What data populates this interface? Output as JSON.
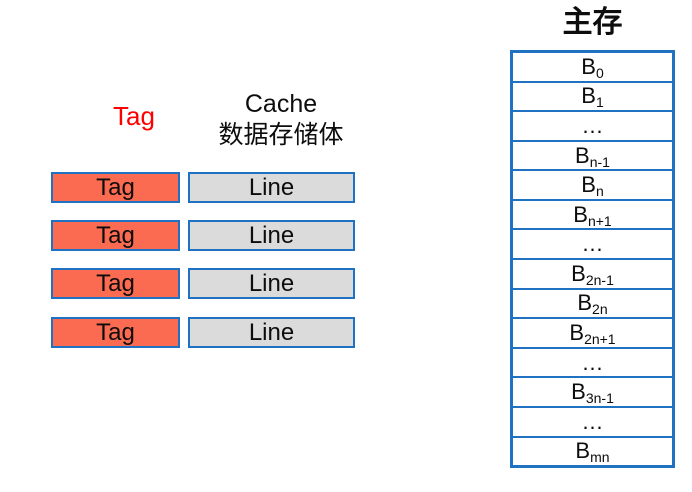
{
  "colors": {
    "border_blue": "#1E72C1",
    "tag_fill": "#FB6B51",
    "line_fill": "#DBDBDB",
    "tag_label_red": "#FF0000",
    "text_black": "#0D0D0D",
    "background": "#FFFFFF"
  },
  "cache": {
    "tag_column_label": "Tag",
    "title_line1": "Cache",
    "title_line2": "数据存储体",
    "rows": [
      {
        "tag": "Tag",
        "line": "Line"
      },
      {
        "tag": "Tag",
        "line": "Line"
      },
      {
        "tag": "Tag",
        "line": "Line"
      },
      {
        "tag": "Tag",
        "line": "Line"
      }
    ]
  },
  "memory": {
    "title": "主存",
    "rows": [
      {
        "base": "B",
        "sub": "0"
      },
      {
        "base": "B",
        "sub": "1"
      },
      {
        "base": "…",
        "sub": ""
      },
      {
        "base": "B",
        "sub": "n-1"
      },
      {
        "base": "B",
        "sub": "n"
      },
      {
        "base": "B",
        "sub": "n+1"
      },
      {
        "base": "…",
        "sub": ""
      },
      {
        "base": "B",
        "sub": "2n-1"
      },
      {
        "base": "B",
        "sub": "2n"
      },
      {
        "base": "B",
        "sub": "2n+1"
      },
      {
        "base": "…",
        "sub": ""
      },
      {
        "base": "B",
        "sub": "3n-1"
      },
      {
        "base": "…",
        "sub": ""
      },
      {
        "base": "B",
        "sub": "mn"
      }
    ]
  }
}
